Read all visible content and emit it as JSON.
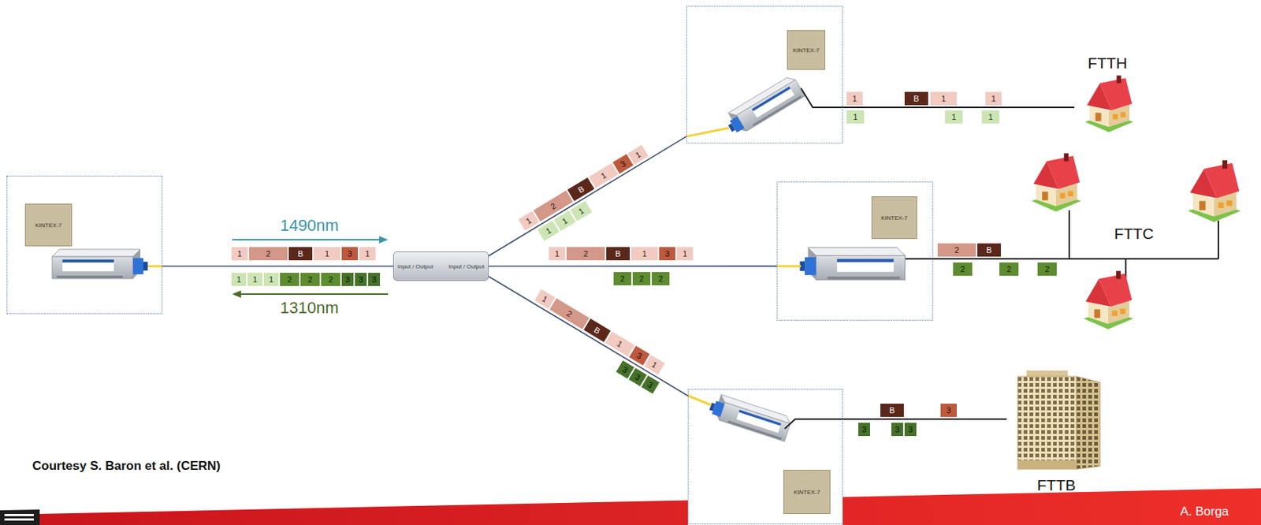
{
  "diagram": {
    "nodes": [
      {
        "text": [
          "KINTEX-7"
        ]
      },
      {
        "text": [
          "Input / Output",
          "Input / Output"
        ]
      },
      {
        "text": [
          "KINTEX-7"
        ]
      },
      {
        "text": [
          "KINTEX-7"
        ]
      },
      {
        "text": [
          "KINTEX-7"
        ]
      },
      {
        "text": [
          "FTTH"
        ]
      },
      {
        "text": [
          "FTTC"
        ]
      },
      {
        "text": [
          "FTTB"
        ]
      }
    ],
    "edges": [
      {
        "from": 0,
        "to": 1,
        "arrow": "none"
      },
      {
        "from": 1,
        "to": 2,
        "arrow": "none"
      },
      {
        "from": 1,
        "to": 3,
        "arrow": "none"
      },
      {
        "from": 1,
        "to": 4,
        "arrow": "none"
      },
      {
        "from": 2,
        "to": 5,
        "arrow": "none"
      },
      {
        "from": 3,
        "to": 6,
        "arrow": "none"
      },
      {
        "from": 4,
        "to": 7,
        "arrow": "none"
      }
    ],
    "labels": [
      "1",
      "2",
      "B",
      "1",
      "3",
      "1",
      "1",
      "1",
      "1",
      "2",
      "2",
      "2",
      "3",
      "3",
      "3",
      "1",
      "2",
      "B",
      "1",
      "3",
      "1",
      "1",
      "1",
      "1",
      "1",
      "2",
      "B",
      "1",
      "3",
      "1",
      "2",
      "2",
      "2",
      "1",
      "2",
      "B",
      "1",
      "3",
      "1",
      "3",
      "3",
      "3",
      "1",
      "B",
      "1",
      "1",
      "1",
      "1",
      "1",
      "2",
      "B",
      "2",
      "2",
      "2",
      "B",
      "3",
      "3",
      "3",
      "3",
      "1490nm",
      "1310nm",
      "Courtesy S. Baron et al. (CERN)",
      "A. Borga"
    ]
  }
}
